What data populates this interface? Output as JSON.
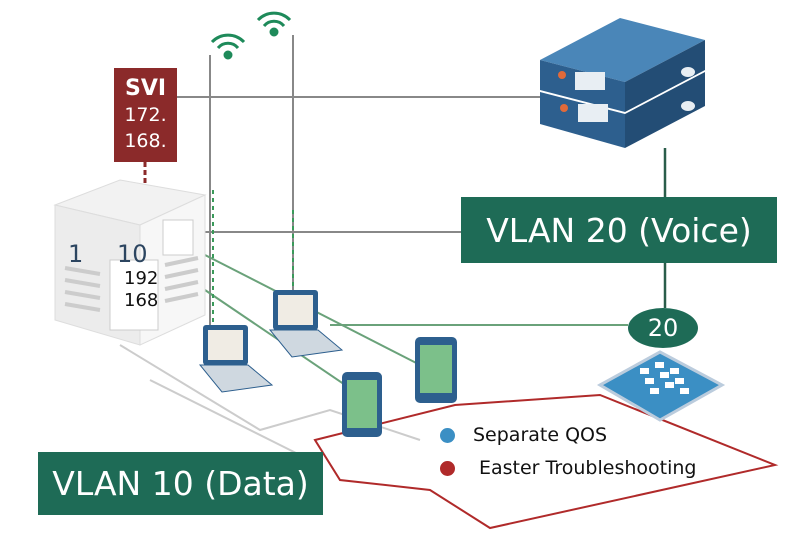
{
  "svi": {
    "title": "SVI",
    "line1": "172.",
    "line2": "168."
  },
  "switch": {
    "port_label": "1",
    "vlan_label": "10",
    "ip_line1": "192",
    "ip_line2": "168"
  },
  "vlan20": {
    "label": "VLAN 20 (Voice)",
    "tag": "20"
  },
  "vlan10": {
    "label": "VLAN 10 (Data)"
  },
  "legend": [
    {
      "label": "Separate QOS",
      "color": "#3b8fc4"
    },
    {
      "label": "Easter Troubleshooting",
      "color": "#b02a2a"
    }
  ],
  "colors": {
    "vlan_green": "#1e6b56",
    "svi_red": "#8b2a2a",
    "server_blue": "#2d5f8e"
  }
}
